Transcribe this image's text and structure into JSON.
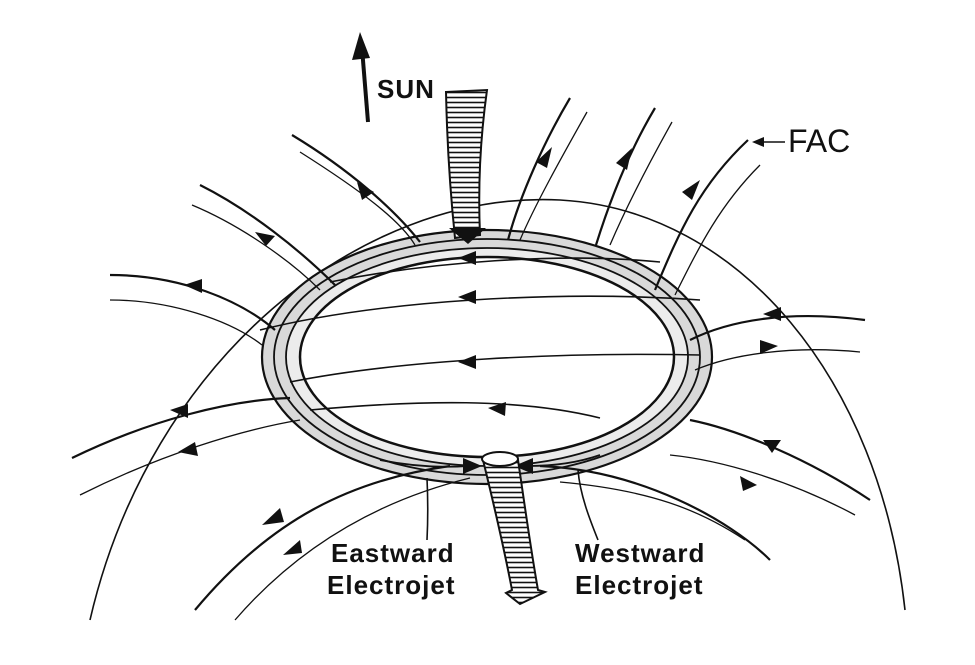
{
  "labels": {
    "sun": "SUN",
    "fac": "FAC",
    "eastward_line1": "Eastward",
    "eastward_line2": "Electrojet",
    "westward_line1": "Westward",
    "westward_line2": "Electrojet"
  },
  "colors": {
    "ink": "#111111",
    "background": "#ffffff",
    "oval_shade": "#d9d9d9"
  }
}
